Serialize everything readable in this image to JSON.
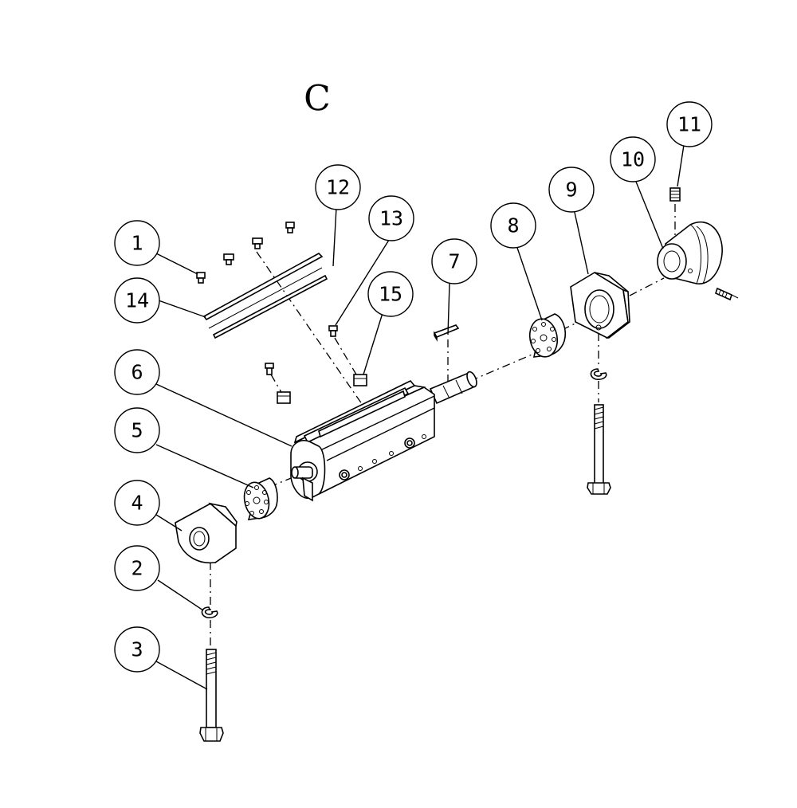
{
  "diagram": {
    "section_label": "C",
    "callouts": [
      {
        "id": "1",
        "label": "1"
      },
      {
        "id": "2",
        "label": "2"
      },
      {
        "id": "3",
        "label": "3"
      },
      {
        "id": "4",
        "label": "4"
      },
      {
        "id": "5",
        "label": "5"
      },
      {
        "id": "6",
        "label": "6"
      },
      {
        "id": "7",
        "label": "7"
      },
      {
        "id": "8",
        "label": "8"
      },
      {
        "id": "9",
        "label": "9"
      },
      {
        "id": "10",
        "label": "10"
      },
      {
        "id": "11",
        "label": "11"
      },
      {
        "id": "12",
        "label": "12"
      },
      {
        "id": "13",
        "label": "13"
      },
      {
        "id": "14",
        "label": "14"
      },
      {
        "id": "15",
        "label": "15"
      }
    ]
  }
}
